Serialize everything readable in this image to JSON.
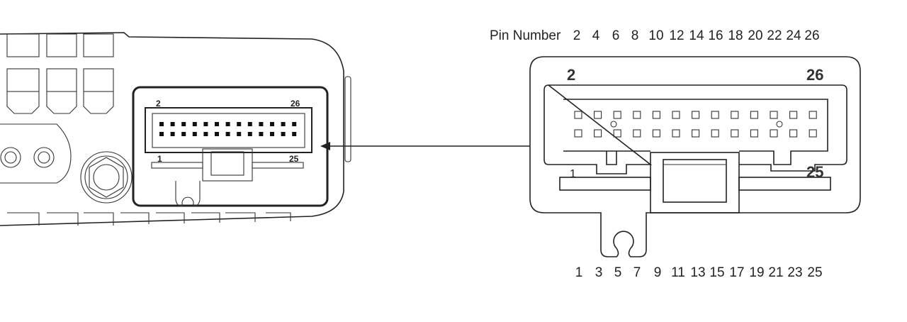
{
  "header": {
    "pin_number_label": "Pin Number"
  },
  "top_pins": [
    "2",
    "4",
    "6",
    "8",
    "10",
    "12",
    "14",
    "16",
    "18",
    "20",
    "22",
    "24",
    "26"
  ],
  "bottom_pins": [
    "1",
    "3",
    "5",
    "7",
    "9",
    "11",
    "13",
    "15",
    "17",
    "19",
    "21",
    "23",
    "25"
  ],
  "large_connector": {
    "label_top_left": "2",
    "label_top_right": "26",
    "label_bottom_left": "1",
    "label_bottom_right": "25"
  },
  "device_connector": {
    "label_top_left": "2",
    "label_top_right": "26",
    "label_bottom_left": "1",
    "label_bottom_right": "25"
  }
}
